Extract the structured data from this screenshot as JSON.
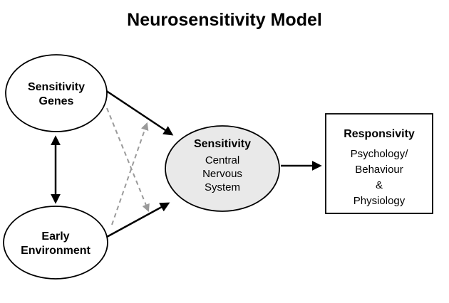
{
  "title": "Neurosensitivity Model",
  "nodes": {
    "sensitivity_genes": {
      "line1": "Sensitivity",
      "line2": "Genes"
    },
    "early_environment": {
      "line1": "Early",
      "line2": "Environment"
    },
    "cns": {
      "heading": "Sensitivity",
      "line1": "Central",
      "line2": "Nervous",
      "line3": "System"
    },
    "responsivity": {
      "heading": "Responsivity",
      "line1": "Psychology/",
      "line2": "Behaviour",
      "line3": "&",
      "line4": "Physiology"
    }
  },
  "colors": {
    "node_fill": "#ffffff",
    "cns_fill": "#e9e9e9",
    "outline": "#000000",
    "dashed_arrow": "#9a9a9a"
  }
}
